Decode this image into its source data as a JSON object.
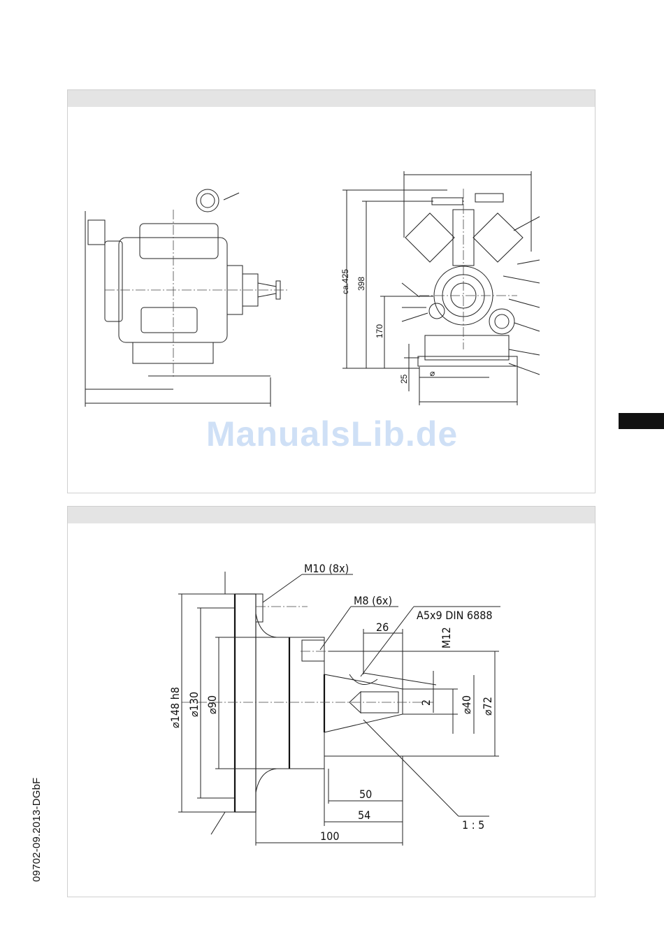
{
  "document": {
    "id": "09702-09.2013-DGbF"
  },
  "watermark": {
    "text": "ManualsLib.de"
  },
  "drawing1": {
    "dims": {
      "overall_height": "ca.425",
      "height_398": "398",
      "height_170": "170",
      "base_25": "25",
      "diameter_symbol": "⌀"
    }
  },
  "drawing2": {
    "thread_m10": "M10 (8x)",
    "thread_m8": "M8 (6x)",
    "key": "A5x9 DIN 6888",
    "dim_26": "26",
    "thread_m12": "M12",
    "dim_2": "2",
    "dia_40": "⌀40",
    "dia_72": "⌀72",
    "dia_148": "⌀148 h8",
    "dia_130": "⌀130",
    "dia_90": "⌀90",
    "dim_50": "50",
    "dim_54": "54",
    "dim_100": "100",
    "taper": "1 : 5"
  }
}
